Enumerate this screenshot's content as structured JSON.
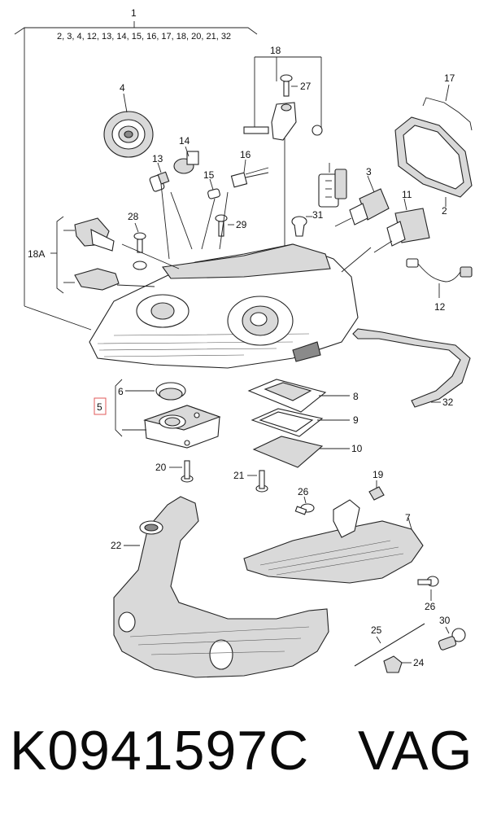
{
  "labels": {
    "p1": "1",
    "p1_list": "2, 3, 4, 12, 13, 14, 15, 16, 17, 18, 20, 21, 32",
    "p2": "2",
    "p3": "3",
    "p4": "4",
    "p5": "5",
    "p6": "6",
    "p7": "7",
    "p8": "8",
    "p9": "9",
    "p10": "10",
    "p11": "11",
    "p12": "12",
    "p13": "13",
    "p14": "14",
    "p15": "15",
    "p16": "16",
    "p17": "17",
    "p18": "18",
    "p18a": "18A",
    "p19": "19",
    "p20": "20",
    "p21": "21",
    "p22": "22",
    "p24": "24",
    "p25": "25",
    "p26a": "26",
    "p26b": "26",
    "p27": "27",
    "p28": "28",
    "p29": "29",
    "p30": "30",
    "p31": "31",
    "p32": "32"
  },
  "footer": {
    "part_code": "K0941597C",
    "brand": "VAG"
  },
  "colors": {
    "highlight": "#e05a5a",
    "line": "#222222"
  }
}
